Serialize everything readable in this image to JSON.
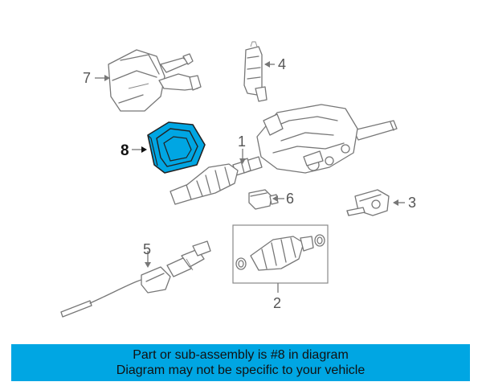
{
  "callouts": {
    "part_1": "1",
    "part_2": "2",
    "part_3": "3",
    "part_4": "4",
    "part_5": "5",
    "part_6": "6",
    "part_7": "7",
    "part_8": "8"
  },
  "highlight": {
    "part": "8",
    "color": "#00a6e3"
  },
  "banner": {
    "line1": "Part or sub-assembly is #8 in diagram",
    "line2": "Diagram may not be specific to your vehicle",
    "background": "#00a6e3"
  }
}
